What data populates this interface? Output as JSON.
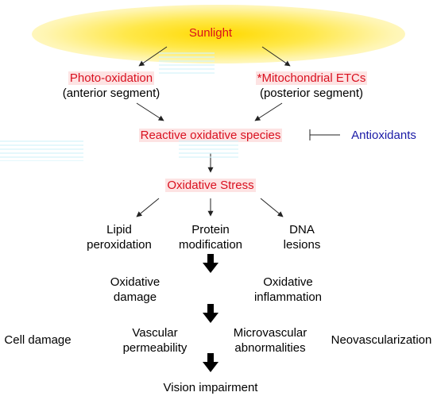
{
  "nodes": {
    "sunlight": "Sunlight",
    "photo_oxidation": "Photo-oxidation",
    "anterior_segment": "(anterior segment)",
    "mitochondrial_etcs": "*Mitochondrial ETCs",
    "posterior_segment": "(posterior segment)",
    "ros": "Reactive oxidative species",
    "antioxidants": "Antioxidants",
    "oxidative_stress": "Oxidative Stress",
    "lipid": [
      "Lipid",
      "peroxidation"
    ],
    "protein": [
      "Protein",
      "modification"
    ],
    "dna": [
      "DNA",
      "lesions"
    ],
    "oxidative_damage": [
      "Oxidative",
      "damage"
    ],
    "oxidative_inflammation": [
      "Oxidative",
      "inflammation"
    ],
    "cell_damage": "Cell damage",
    "vascular": [
      "Vascular",
      "permeability"
    ],
    "microvascular": [
      "Microvascular",
      "abnormalities"
    ],
    "neovascularization": "Neovascularization",
    "vision": "Vision impairment"
  },
  "colors": {
    "highlight_text": "#d9101f",
    "highlight_bg": "#fde3e3",
    "antioxidant_text": "#1a1aa6",
    "sun_glow": "#ffd900"
  }
}
